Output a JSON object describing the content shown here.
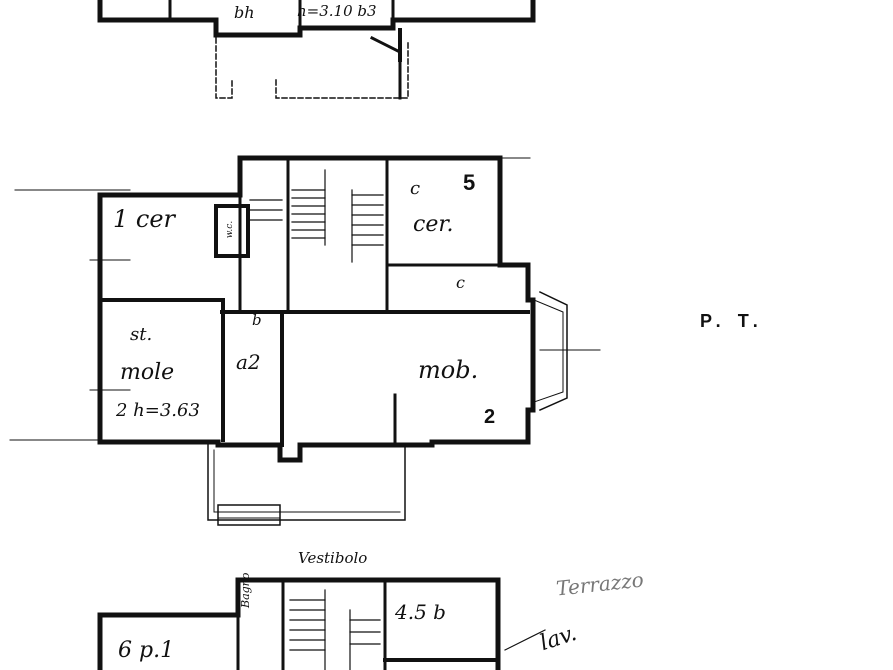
{
  "floor_label": "P. T.",
  "top_plan": {
    "room_bh": "bh",
    "room_b3": "h=3.10 b3"
  },
  "ground_floor": {
    "room_1": "1 cer",
    "room_wc": "w.c.",
    "room_5": "5",
    "room_5_c": "c",
    "room_5_cer": "cer.",
    "room_c": "c",
    "room_b": "b",
    "room_a2": "a2",
    "room_2_left_top": "st.",
    "room_2_left_bottom": "mole",
    "room_2_height": "2 h=3.63",
    "room_mob": "mob.",
    "room_2_right": "2"
  },
  "bottom_plan": {
    "note_top": "Vestibolo",
    "room_45b": "4.5 b",
    "room_6": "6 p.1",
    "room_bagno": "Bagno",
    "note_right": "Terrazzo",
    "note_lav": "lav."
  },
  "colors": {
    "ink": "#111111",
    "paper": "#ffffff"
  }
}
